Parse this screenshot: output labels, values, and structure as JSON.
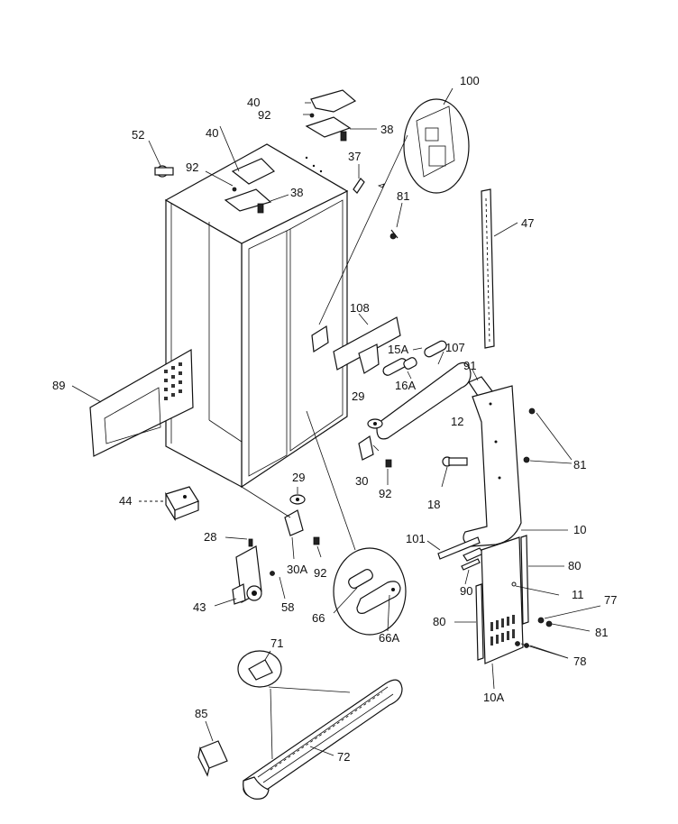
{
  "diagram": {
    "labels": {
      "p100": "100",
      "p40a": "40",
      "p92a": "92",
      "p38a": "38",
      "p52": "52",
      "p40b": "40",
      "p92b": "92",
      "p38b": "38",
      "p37": "37",
      "p81a": "81",
      "p47": "47",
      "p108": "108",
      "p15A": "15A",
      "p107": "107",
      "p16A": "16A",
      "p91": "91",
      "p89": "89",
      "p29a": "29",
      "p12": "12",
      "p81b": "81",
      "p30a": "30",
      "p92c": "92",
      "p18": "18",
      "p44": "44",
      "p29b": "29",
      "p10": "10",
      "p28": "28",
      "p101": "101",
      "p80a": "80",
      "p30A": "30A",
      "p92d": "92",
      "p90": "90",
      "p11": "11",
      "p77": "77",
      "p43": "43",
      "p58": "58",
      "p66": "66",
      "p66A": "66A",
      "p80b": "80",
      "p81c": "81",
      "p78": "78",
      "p71": "71",
      "p10A": "10A",
      "p85": "85",
      "p72": "72"
    }
  }
}
